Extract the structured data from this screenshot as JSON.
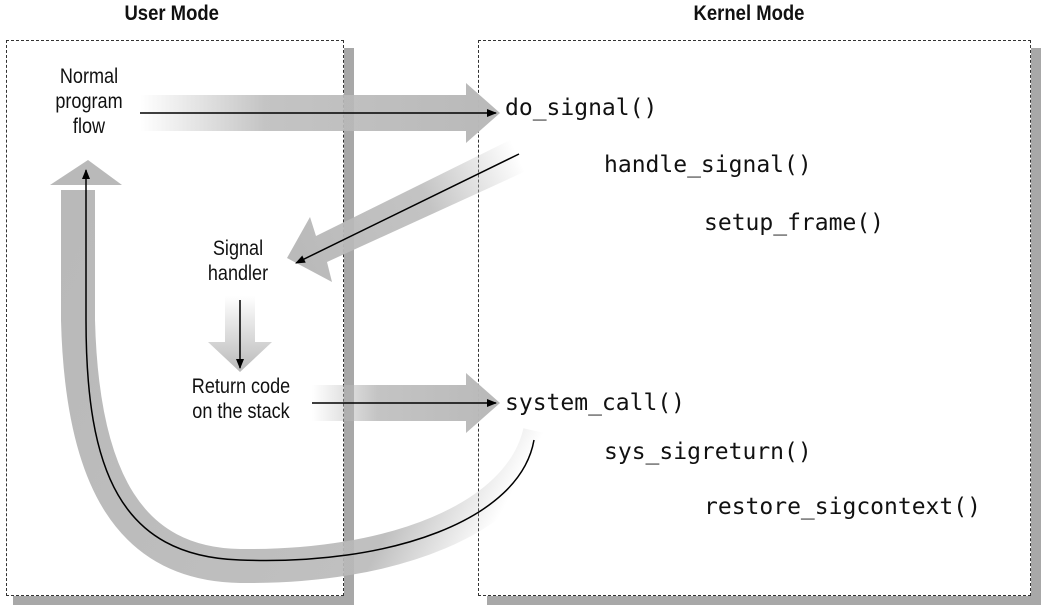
{
  "user_mode": {
    "title": "User Mode",
    "normal_flow": [
      "Normal",
      "program",
      "flow"
    ],
    "signal_handler": [
      "Signal",
      "handler"
    ],
    "return_code": [
      "Return code",
      "on the stack"
    ]
  },
  "kernel_mode": {
    "title": "Kernel Mode",
    "functions": [
      "do_signal()",
      "handle_signal()",
      "setup_frame()",
      "system_call()",
      "sys_sigreturn()",
      "restore_sigcontext()"
    ]
  },
  "colors": {
    "panel_border": "#333333",
    "panel_shadow": "#a8a8a8",
    "wide_arrow": "#b9b9b9",
    "thin_arrow": "#000000"
  }
}
